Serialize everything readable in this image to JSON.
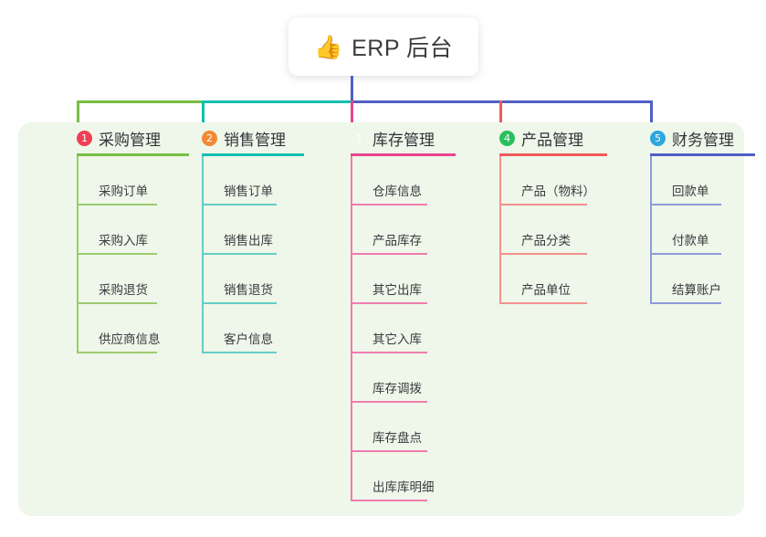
{
  "root": {
    "icon": "thumbs-up-icon",
    "emoji": "👍",
    "title": "ERP 后台"
  },
  "palette": {
    "canvas_bg": "#eef7e9",
    "trunk": "#4f5fc4",
    "page_bg": "#ffffff",
    "text": "#333338"
  },
  "columns": [
    {
      "number": "1",
      "title": "采购管理",
      "badge_color": "#ee4056",
      "line_color": "#76bf44",
      "leaf_color": "#9ccb6f",
      "items": [
        {
          "label": "采购订单"
        },
        {
          "label": "采购入库"
        },
        {
          "label": "采购退货"
        },
        {
          "label": "供应商信息"
        }
      ]
    },
    {
      "number": "2",
      "title": "销售管理",
      "badge_color": "#f28935",
      "line_color": "#12bfae",
      "leaf_color": "#66cdc3",
      "items": [
        {
          "label": "销售订单"
        },
        {
          "label": "销售出库"
        },
        {
          "label": "销售退货"
        },
        {
          "label": "客户信息"
        }
      ]
    },
    {
      "number": "3",
      "title": "库存管理",
      "badge_color": "#f6b game",
      "line_color": "#e8458f",
      "leaf_color": "#ef7cb0",
      "items": [
        {
          "label": "仓库信息"
        },
        {
          "label": "产品库存"
        },
        {
          "label": "其它出库"
        },
        {
          "label": "其它入库"
        },
        {
          "label": "库存调拨"
        },
        {
          "label": "库存盘点"
        },
        {
          "label": "出库库明细"
        }
      ]
    },
    {
      "number": "4",
      "title": "产品管理",
      "badge_color": "#2bbf5e",
      "line_color": "#f05a5a",
      "leaf_color": "#f59090",
      "items": [
        {
          "label": "产品（物料）"
        },
        {
          "label": "产品分类"
        },
        {
          "label": "产品单位"
        }
      ]
    },
    {
      "number": "5",
      "title": "财务管理",
      "badge_color": "#2ca7e0",
      "line_color": "#4f5fc4",
      "leaf_color": "#8e9bdc",
      "items": [
        {
          "label": "回款单"
        },
        {
          "label": "付款单"
        },
        {
          "label": "结算账户"
        }
      ]
    }
  ]
}
